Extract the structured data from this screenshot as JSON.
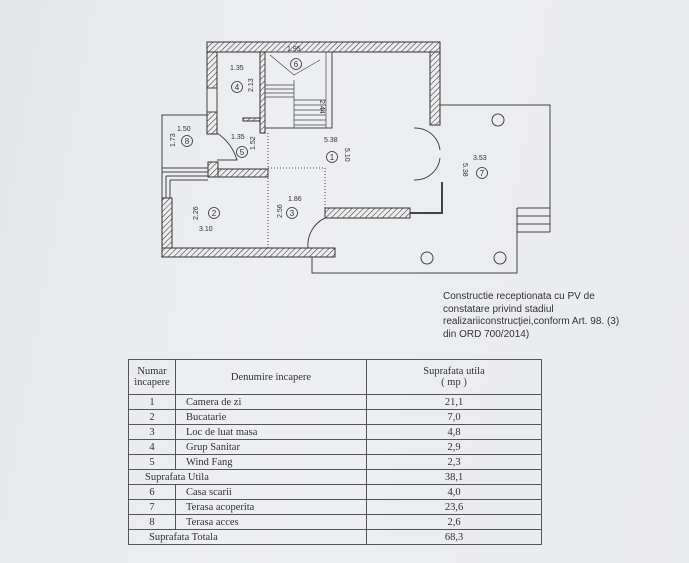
{
  "plan": {
    "dimensions": {
      "stair_width": "1.95",
      "room4_w": "1.35",
      "room4_h": "2.13",
      "stair_len": "2.44",
      "room8_w": "1.50",
      "room8_h": "1.73",
      "room5_w": "1.35",
      "room5_h": "1.52",
      "room1_w": "5.38",
      "room1_h": "5.10",
      "room2_w": "3.10",
      "room2_h": "2.26",
      "room3_w": "1.86",
      "room3_h": "2.56",
      "room7_w": "3.53",
      "room7_h": "5.38"
    },
    "room_numbers": [
      "1",
      "2",
      "3",
      "4",
      "5",
      "6",
      "7",
      "8"
    ]
  },
  "note": "Constructie receptionata cu PV de constatare privind stadiul realizariiconstrucţiei,conform Art. 98. (3) din ORD 700/2014)",
  "table": {
    "headers": {
      "number": "Numar incapere",
      "name": "Denumire incapere",
      "area": "Suprafata utila",
      "unit": "( mp )"
    },
    "rows_a": [
      {
        "n": "1",
        "name": "Camera de zi",
        "area": "21,1"
      },
      {
        "n": "2",
        "name": "Bucatarie",
        "area": "7,0"
      },
      {
        "n": "3",
        "name": "Loc de luat masa",
        "area": "4,8"
      },
      {
        "n": "4",
        "name": "Grup Sanitar",
        "area": "2,9"
      },
      {
        "n": "5",
        "name": "Wind Fang",
        "area": "2,3"
      }
    ],
    "subtotal": {
      "label": "Suprafata Utila",
      "area": "38,1"
    },
    "rows_b": [
      {
        "n": "6",
        "name": "Casa scarii",
        "area": "4,0"
      },
      {
        "n": "7",
        "name": "Terasa acoperita",
        "area": "23,6"
      },
      {
        "n": "8",
        "name": "Terasa acces",
        "area": "2,6"
      }
    ],
    "total": {
      "label": "Suprafata Totala",
      "area": "68,3"
    }
  }
}
